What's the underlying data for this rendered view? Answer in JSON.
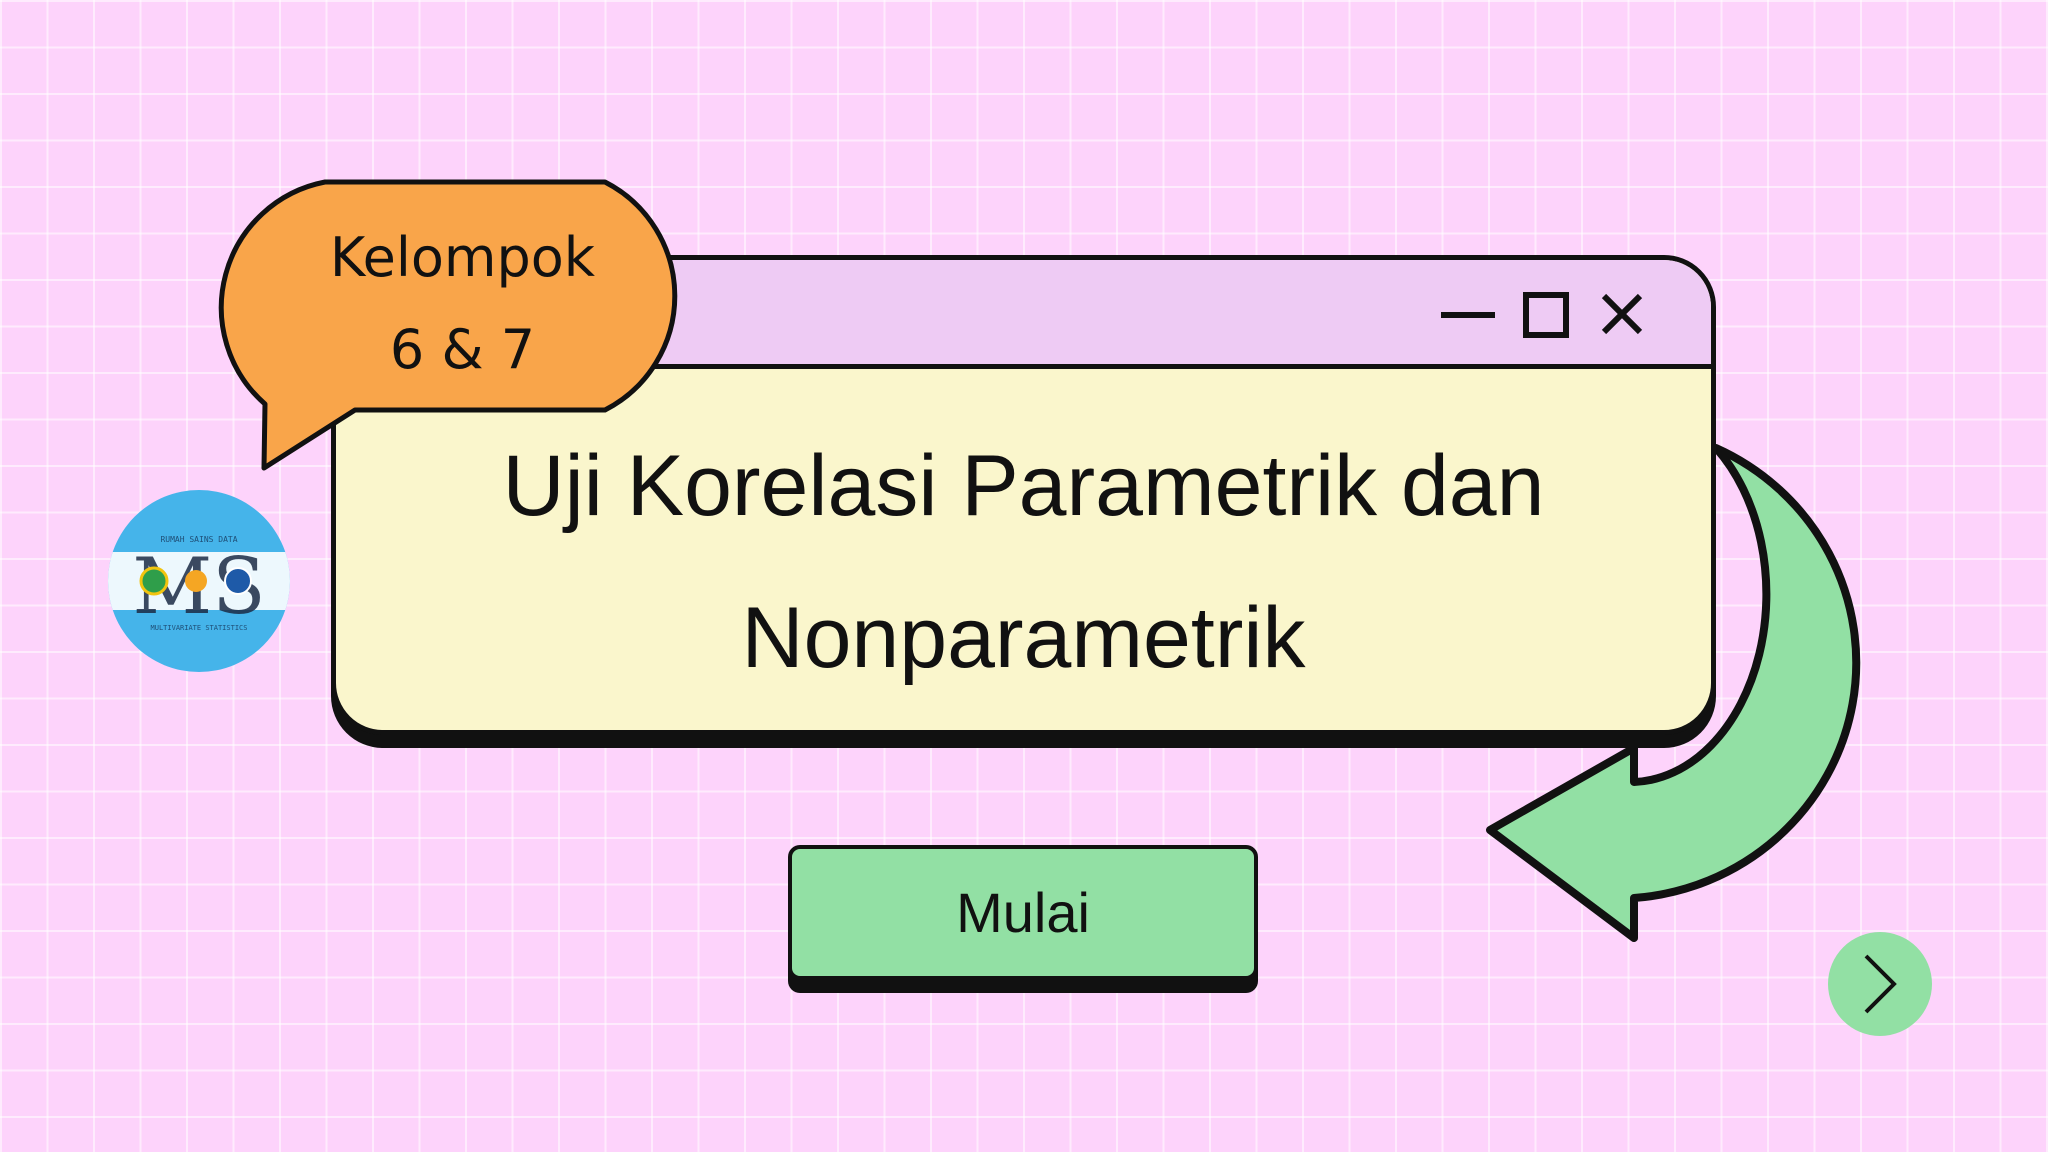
{
  "slide": {
    "title": "Uji Korelasi Parametrik dan\nNonparametrik",
    "bubble_text": "Kelompok\n6 & 7",
    "start_button_label": "Mulai",
    "logo": {
      "letters": "MS",
      "top_text": "RUMAH SAINS DATA",
      "bottom_text": "MULTIVARIATE STATISTICS"
    }
  },
  "window_controls": [
    "minimize-icon",
    "maximize-icon",
    "close-icon"
  ],
  "icons": {
    "next": "chevron-right-icon",
    "arrow": "curved-arrow-icon"
  },
  "colors": {
    "background": "#fdd3fb",
    "window_body": "#faf6cc",
    "title_bar": "#eecbf4",
    "bubble": "#f9a54a",
    "accent_green": "#92e0a4",
    "logo_blue": "#45b4ea",
    "outline": "#111111"
  }
}
